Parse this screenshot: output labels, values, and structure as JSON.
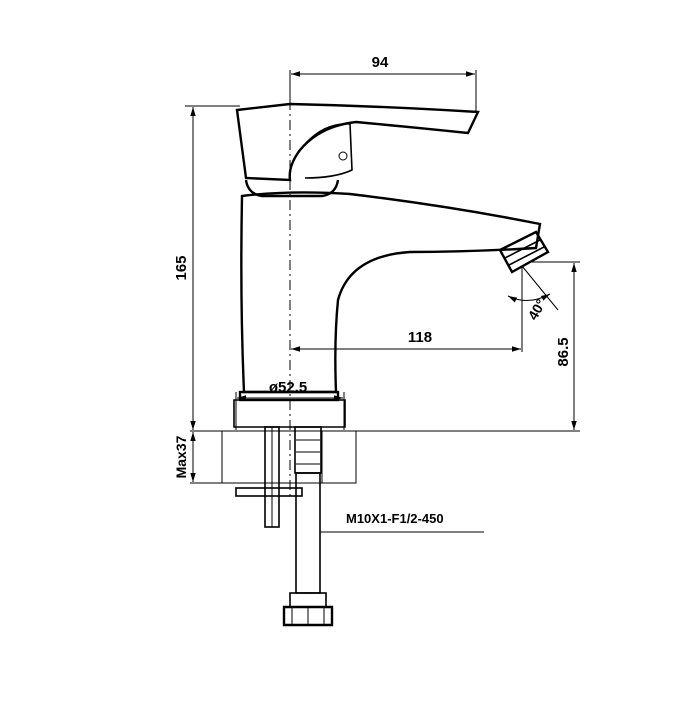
{
  "dimensions": {
    "spout_reach_top": "94",
    "total_height": "165",
    "spout_reach": "118",
    "outlet_height": "86.5",
    "base_diameter": "ø52.5",
    "max_counter_thickness": "Max37",
    "spray_angle": "40°"
  },
  "hose_spec": "M10X1-F1/2-450",
  "colors": {
    "line": "#000000",
    "background": "#ffffff"
  }
}
